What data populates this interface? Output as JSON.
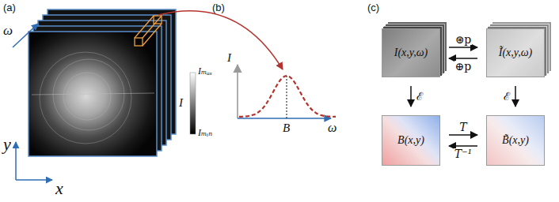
{
  "diagram": {
    "nodes": [
      {
        "text": [
          "I(x,y,ω)"
        ]
      },
      {
        "text": [
          "Ĩ(x,y,ω)"
        ]
      },
      {
        "text": [
          "B(x,y)"
        ]
      },
      {
        "text": [
          "B̃(x,y)"
        ]
      }
    ],
    "edges": [
      {
        "from": 0,
        "to": 1,
        "arrow": "to",
        "label": "⊛p"
      },
      {
        "from": 1,
        "to": 0,
        "arrow": "to",
        "label": "⊕p"
      },
      {
        "from": 0,
        "to": 2,
        "arrow": "to",
        "label": "ℰ"
      },
      {
        "from": 1,
        "to": 3,
        "arrow": "to",
        "label": "ℰ"
      },
      {
        "from": 2,
        "to": 3,
        "arrow": "to",
        "label": "T"
      },
      {
        "from": 3,
        "to": 2,
        "arrow": "to",
        "label": "T⁻¹"
      }
    ],
    "labels": [
      "(a)",
      "ω",
      "y",
      "x",
      "Iₘₐₓ",
      "I",
      "Iₘᵢₙ",
      "(b)",
      "I",
      "B",
      "ω",
      "(c)"
    ]
  }
}
